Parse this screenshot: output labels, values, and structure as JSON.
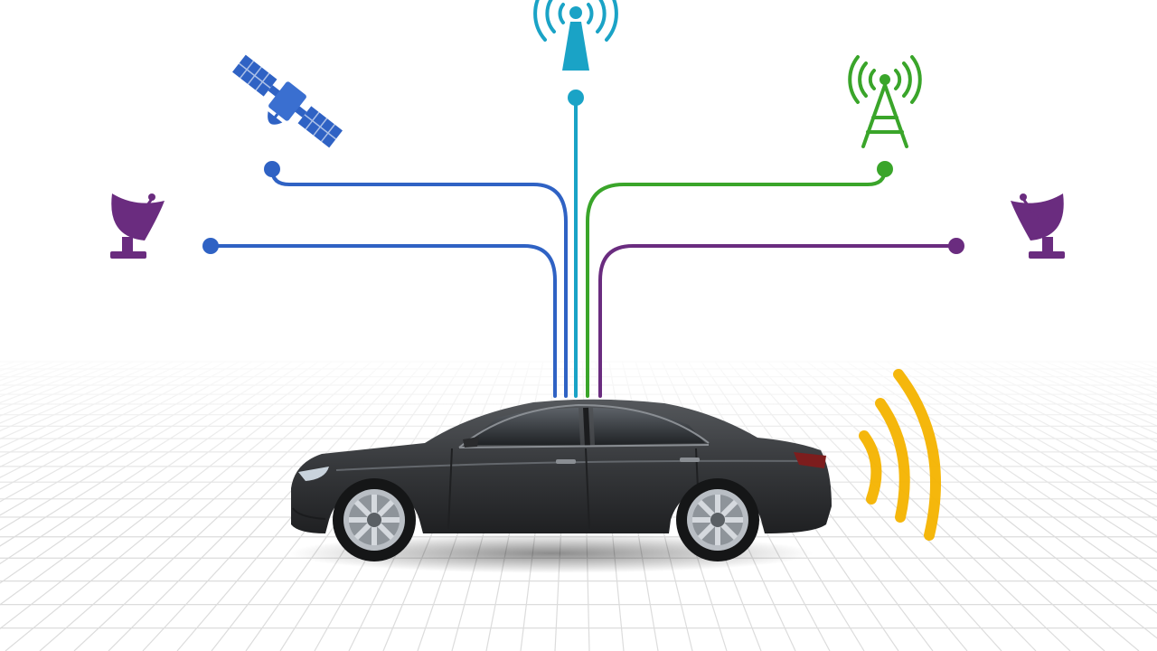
{
  "colors": {
    "satellite": "#2f62c4",
    "tower_cyan": "#1aa3c6",
    "cell_tower_green": "#3aa52a",
    "dish": "#6a2c7f",
    "signal_waves": "#f5b400",
    "car_body": "#35373a",
    "grid_line": "#dcdcdc"
  },
  "icons": {
    "left_dish": "satellite-dish-icon",
    "satellite": "satellite-icon",
    "top_tower": "wifi-tower-icon",
    "cell_tower": "cell-tower-icon",
    "right_dish": "satellite-dish-icon",
    "waves": "signal-waves-icon",
    "car": "sedan-car-icon"
  },
  "connections": [
    {
      "from": "left-dish",
      "to": "car",
      "color": "blue"
    },
    {
      "from": "satellite",
      "to": "car",
      "color": "blue"
    },
    {
      "from": "top-tower",
      "to": "car",
      "color": "cyan"
    },
    {
      "from": "cell-tower",
      "to": "car",
      "color": "green"
    },
    {
      "from": "right-dish",
      "to": "car",
      "color": "purple"
    }
  ]
}
